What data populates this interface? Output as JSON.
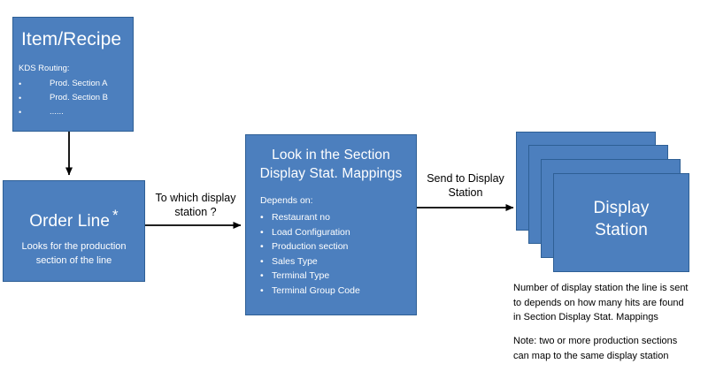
{
  "diagram": {
    "title": "KDS Routing to Display Station flow",
    "colors": {
      "box_fill": "#4C7FBE",
      "box_border": "#2E5F95",
      "box_text": "#FFFFFF",
      "connector": "#000000",
      "page_background": "#FFFFFF"
    }
  },
  "nodes": {
    "item_recipe": {
      "title": "Item/Recipe",
      "sub_label": "KDS Routing:",
      "bullets": [
        {
          "bullet": "•",
          "text": "Prod. Section A"
        },
        {
          "bullet": "•",
          "text": "Prod. Section B"
        },
        {
          "bullet": "•",
          "text": "......"
        }
      ]
    },
    "order_line": {
      "title": "Order Line",
      "title_marker": "*",
      "sub_line_1": "Looks  for the production",
      "sub_line_2": "section of the line"
    },
    "mappings": {
      "title_line_1": "Look in the Section",
      "title_line_2": "Display Stat. Mappings",
      "sub_label": "Depends on:",
      "bullets": [
        {
          "bullet": "•",
          "text": "Restaurant no"
        },
        {
          "bullet": "•",
          "text": "Load Configuration"
        },
        {
          "bullet": "•",
          "text": "Production  section"
        },
        {
          "bullet": "•",
          "text": "Sales Type"
        },
        {
          "bullet": "•",
          "text": "Terminal Type"
        },
        {
          "bullet": "•",
          "text": "Terminal Group Code"
        }
      ]
    },
    "display_station": {
      "title_line_1": "Display",
      "title_line_2": "Station",
      "stack_count": 4
    }
  },
  "edges": {
    "item_to_order": {
      "label": "",
      "direction": "down"
    },
    "order_to_mappings": {
      "label_line_1": "To which display",
      "label_line_2": "station ?",
      "direction": "right"
    },
    "mappings_to_display": {
      "label_line_1": "Send to Display",
      "label_line_2": "Station",
      "direction": "right"
    }
  },
  "notes": {
    "capacity_note": {
      "line_1": "Number of display station the line is sent",
      "line_2": "to depends on how many hits are found",
      "line_3": "in Section Display Stat. Mappings"
    },
    "mapping_note": {
      "line_1": "Note:  two or more production sections",
      "line_2": "can map to the  same display station"
    }
  }
}
